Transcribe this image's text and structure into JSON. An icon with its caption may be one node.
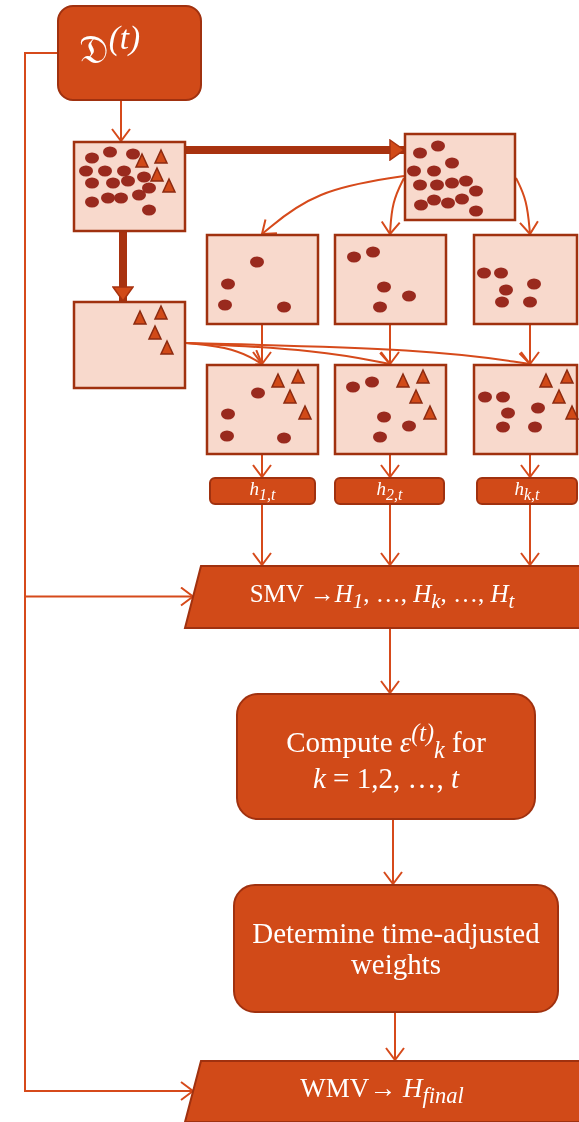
{
  "diagram": {
    "nodes": [
      {
        "text": [
          "𝔇$^{(t)}$"
        ]
      },
      {
        "text": [],
        "shape": "box"
      },
      {
        "text": [],
        "shape": "box"
      },
      {
        "text": [],
        "shape": "box"
      },
      {
        "text": [],
        "shape": "box"
      },
      {
        "text": [],
        "shape": "box"
      },
      {
        "text": [],
        "shape": "box"
      },
      {
        "text": [],
        "shape": "box"
      },
      {
        "text": [],
        "shape": "box"
      },
      {
        "text": [],
        "shape": "box"
      },
      {
        "text": [
          "h$_{1,t}$"
        ]
      },
      {
        "text": [
          "h$_{2,t}$"
        ]
      },
      {
        "text": [
          "h$_{k,t}$"
        ]
      },
      {
        "text": [
          "SMV →*H*$_{1}$, …, *H*$_{k}$, …, *H*$_{t}$"
        ]
      },
      {
        "text": [
          "Compute *ε*$^{(t)}$$_{k}$ for *k* = 1,2, …, *t*"
        ]
      },
      {
        "text": [
          "Determine time-adjusted weights"
        ]
      },
      {
        "text": [
          "WMV→ *H*$_{final}$"
        ]
      }
    ],
    "edges": [
      {
        "from": 0,
        "to": 1,
        "arrow": "to"
      },
      {
        "from": 1,
        "to": 2,
        "arrow": "to",
        "style": "thick",
        "color": "#a8320f"
      },
      {
        "from": 1,
        "to": 3,
        "arrow": "to",
        "style": "thick",
        "color": "#a8320f"
      },
      {
        "from": 2,
        "to": 4,
        "arrow": "to"
      },
      {
        "from": 2,
        "to": 5,
        "arrow": "to"
      },
      {
        "from": 2,
        "to": 6,
        "arrow": "to"
      },
      {
        "from": 4,
        "to": 7,
        "arrow": "to"
      },
      {
        "from": 5,
        "to": 8,
        "arrow": "to"
      },
      {
        "from": 6,
        "to": 9,
        "arrow": "to"
      },
      {
        "from": 3,
        "to": 7,
        "arrow": "to"
      },
      {
        "from": 3,
        "to": 8,
        "arrow": "to"
      },
      {
        "from": 3,
        "to": 9,
        "arrow": "to"
      },
      {
        "from": 7,
        "to": 10,
        "arrow": "to"
      },
      {
        "from": 8,
        "to": 11,
        "arrow": "to"
      },
      {
        "from": 9,
        "to": 12,
        "arrow": "to"
      },
      {
        "from": 10,
        "to": 13,
        "arrow": "to"
      },
      {
        "from": 11,
        "to": 13,
        "arrow": "to"
      },
      {
        "from": 12,
        "to": 13,
        "arrow": "to"
      },
      {
        "from": 0,
        "to": 13,
        "arrow": "to"
      },
      {
        "from": 0,
        "to": 16,
        "arrow": "to"
      },
      {
        "from": 13,
        "to": 14,
        "arrow": "to"
      },
      {
        "from": 14,
        "to": 15,
        "arrow": "to"
      },
      {
        "from": 15,
        "to": 16,
        "arrow": "to"
      }
    ]
  }
}
